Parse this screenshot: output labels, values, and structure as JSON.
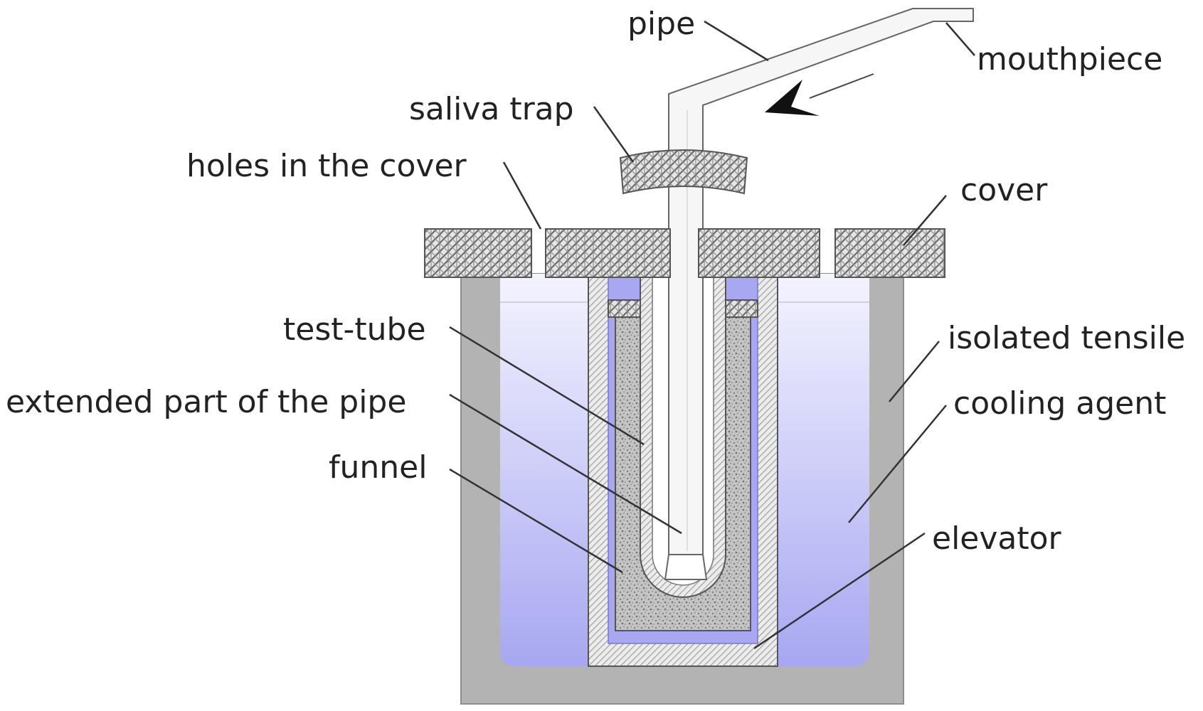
{
  "labels": {
    "pipe": "pipe",
    "mouthpiece": "mouthpiece",
    "saliva_trap": "saliva trap",
    "holes_in_the_cover": "holes in the cover",
    "cover": "cover",
    "test_tube": "test-tube",
    "extended_part_of_the_pipe": "extended part of the pipe",
    "funnel": "funnel",
    "isolated_tensile": "isolated tensile",
    "cooling_agent": "cooling agent",
    "elevator": "elevator"
  },
  "icons": {
    "flow": "arrowhead-icon"
  },
  "colors": {
    "container": "#b3b3b3",
    "cooling_agent_top": "#f4f4ff",
    "cooling_agent_bottom": "#a7a7f2",
    "cover": "#8f8f8f",
    "funnel_fill": "#c9c9c9",
    "elevator_fill": "#dedede",
    "pipe": "#f6f6f6",
    "text": "#222222"
  }
}
